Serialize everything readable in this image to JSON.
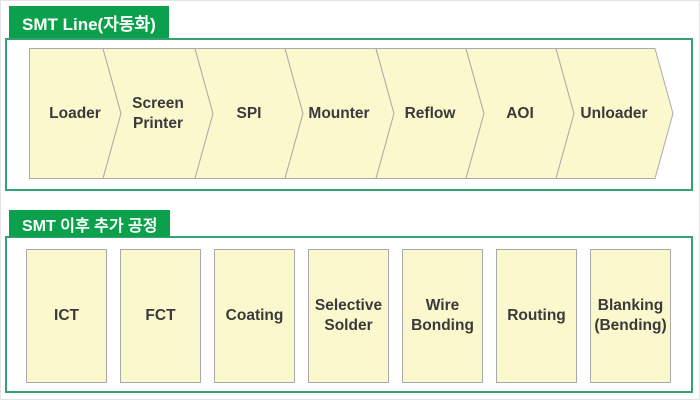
{
  "smt_line": {
    "title": "SMT Line(자동화)",
    "steps": [
      {
        "label": "Loader"
      },
      {
        "label": "Screen Printer"
      },
      {
        "label": "SPI"
      },
      {
        "label": "Mounter"
      },
      {
        "label": "Reflow"
      },
      {
        "label": "AOI"
      },
      {
        "label": "Unloader"
      }
    ]
  },
  "post_smt": {
    "title": "SMT 이후 추가 공정",
    "steps": [
      {
        "label": "ICT"
      },
      {
        "label": "FCT"
      },
      {
        "label": "Coating"
      },
      {
        "label": "Selective Solder"
      },
      {
        "label": "Wire Bonding"
      },
      {
        "label": "Routing"
      },
      {
        "label": "Blanking (Bending)"
      }
    ]
  },
  "colors": {
    "header_green": "#0BA14C",
    "panel_border_green": "#35A273",
    "step_fill": "#FBF8CE",
    "step_stroke": "#ABABAB",
    "label_text": "#3A3A3A",
    "header_text": "#FFFFFF"
  }
}
